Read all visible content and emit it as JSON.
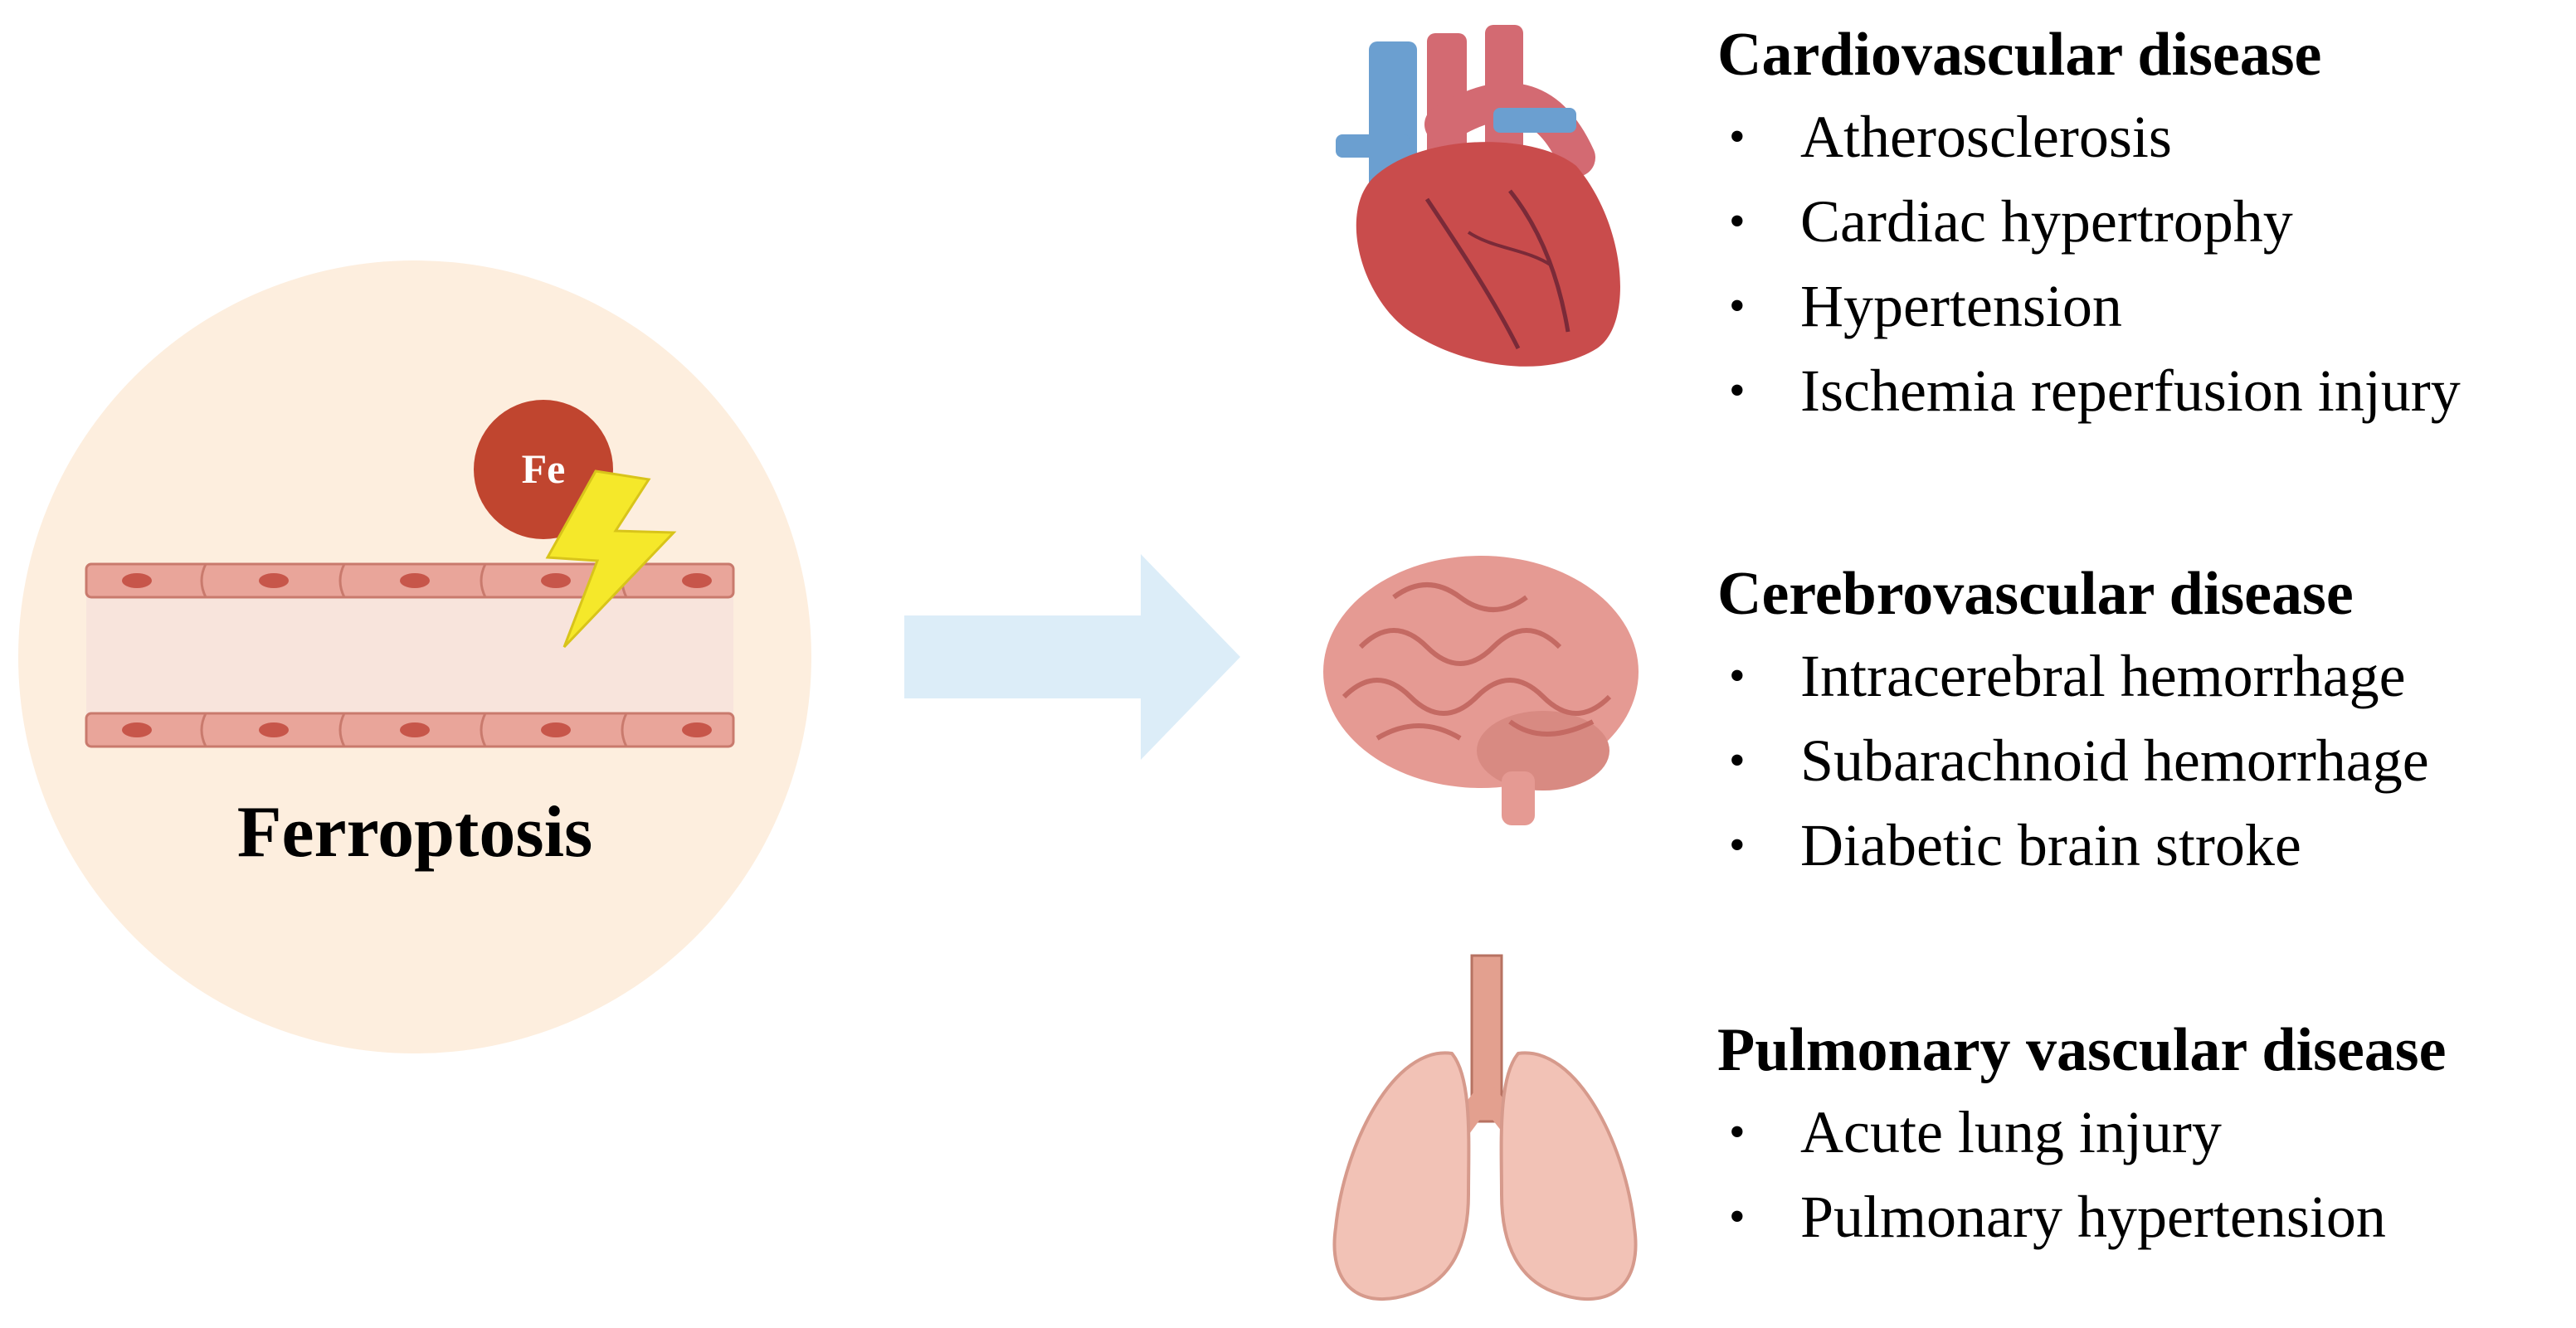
{
  "left_panel": {
    "label": "Ferroptosis",
    "iron_symbol": "Fe",
    "circle_color": "#fdeede",
    "iron_color": "#c0452f",
    "lightning_color": "#f5e82a",
    "vessel_color": "#e9a59a",
    "vessel_lumen_color": "#f8e4dc"
  },
  "arrow": {
    "color": "#dcedf8",
    "icon": "right-arrow-icon"
  },
  "groups": [
    {
      "organ_icon": "heart-icon",
      "title": "Cardiovascular disease",
      "items": [
        "Atherosclerosis",
        "Cardiac hypertrophy",
        "Hypertension",
        "Ischemia reperfusion injury"
      ]
    },
    {
      "organ_icon": "brain-icon",
      "title": "Cerebrovascular disease",
      "items": [
        "Intracerebral hemorrhage",
        "Subarachnoid hemorrhage",
        "Diabetic brain stroke"
      ]
    },
    {
      "organ_icon": "lungs-icon",
      "title": "Pulmonary vascular disease",
      "items": [
        "Acute lung injury",
        "Pulmonary hypertension"
      ]
    }
  ]
}
